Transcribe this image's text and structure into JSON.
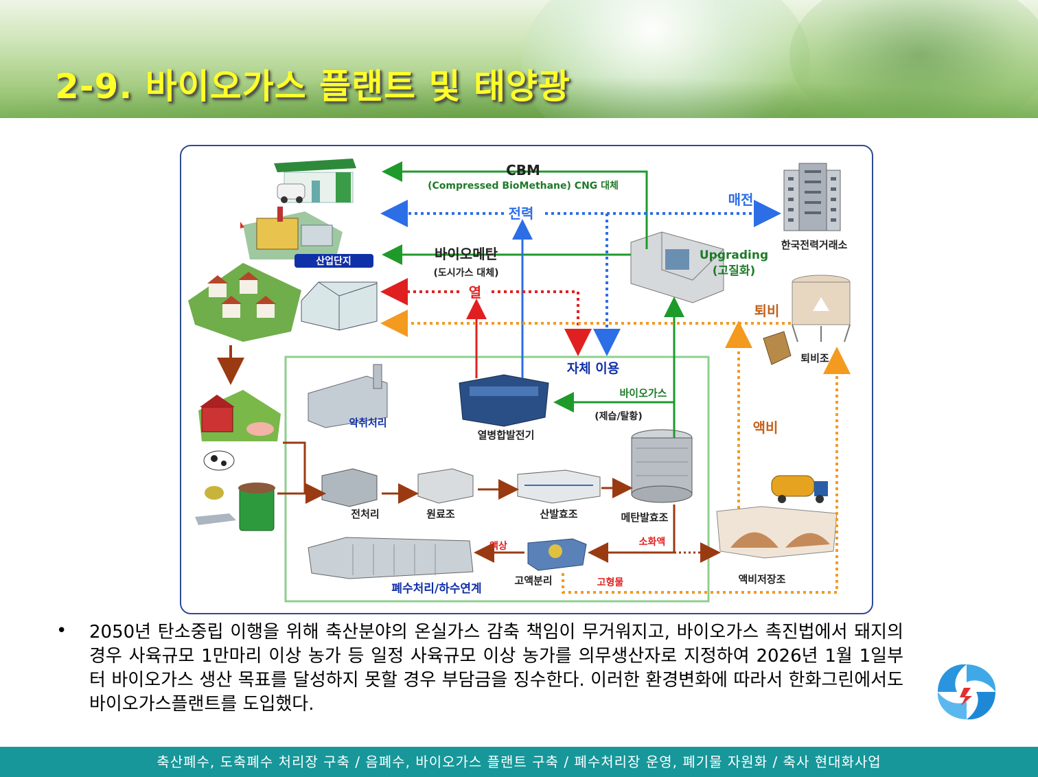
{
  "title": "2-9. 바이오가스 플랜트 및 태양광",
  "diagram": {
    "cbm": "CBM",
    "cbm_sub": "(Compressed BioMethane) CNG 대체",
    "power": "전력",
    "sale": "매전",
    "kpx": "한국전력거래소",
    "biomethane": "바이오메탄",
    "biomethane_sub": "(도시가스 대체)",
    "upgrading": "Upgrading",
    "upgrading_sub": "(고질화)",
    "industrial": "산업단지",
    "heat": "열",
    "compost": "퇴비",
    "compost_tank": "퇴비조",
    "self_use": "자체 이용",
    "biogas": "바이오가스",
    "dehum": "(제습/탈황)",
    "odor": "악취처리",
    "chp": "열병합발전기",
    "liquid_fert": "액비",
    "pretreat": "전처리",
    "raw_tank": "원료조",
    "acid_ferment": "산발효조",
    "methane_ferment": "메탄발효조",
    "digestate": "소화액",
    "liquid_phase": "액상",
    "separation": "고액분리",
    "solid": "고형물",
    "wastewater": "폐수처리/하수연계",
    "storage": "액비저장조"
  },
  "bullet": "2050년 탄소중립 이행을 위해 축산분야의 온실가스 감축 책임이 무거워지고, 바이오가스 촉진법에서 돼지의 경우 사육규모 1만마리 이상 농가 등 일정 사육규모 이상 농가를 의무생산자로 지정하여  2026년 1월 1일부터 바이오가스 생산 목표를 달성하지 못할 경우 부담금을 징수한다. 이러한 환경변화에 따라서 한화그린에서도 바이오가스플랜트를 도입했다.",
  "footer": "축산폐수, 도축폐수 처리장 구축 / 음폐수, 바이오가스 플랜트 구축 / 폐수처리장 운영, 폐기물 자원화 / 축사 현대화사업",
  "colors": {
    "green_flow": "#1e9a2a",
    "power_flow": "#2b6ee6",
    "heat_flow": "#e02020",
    "compost_flow": "#f39a1f",
    "process_flow": "#9a3a12",
    "title": "#ffff2a",
    "footer_bg": "#17979a"
  }
}
